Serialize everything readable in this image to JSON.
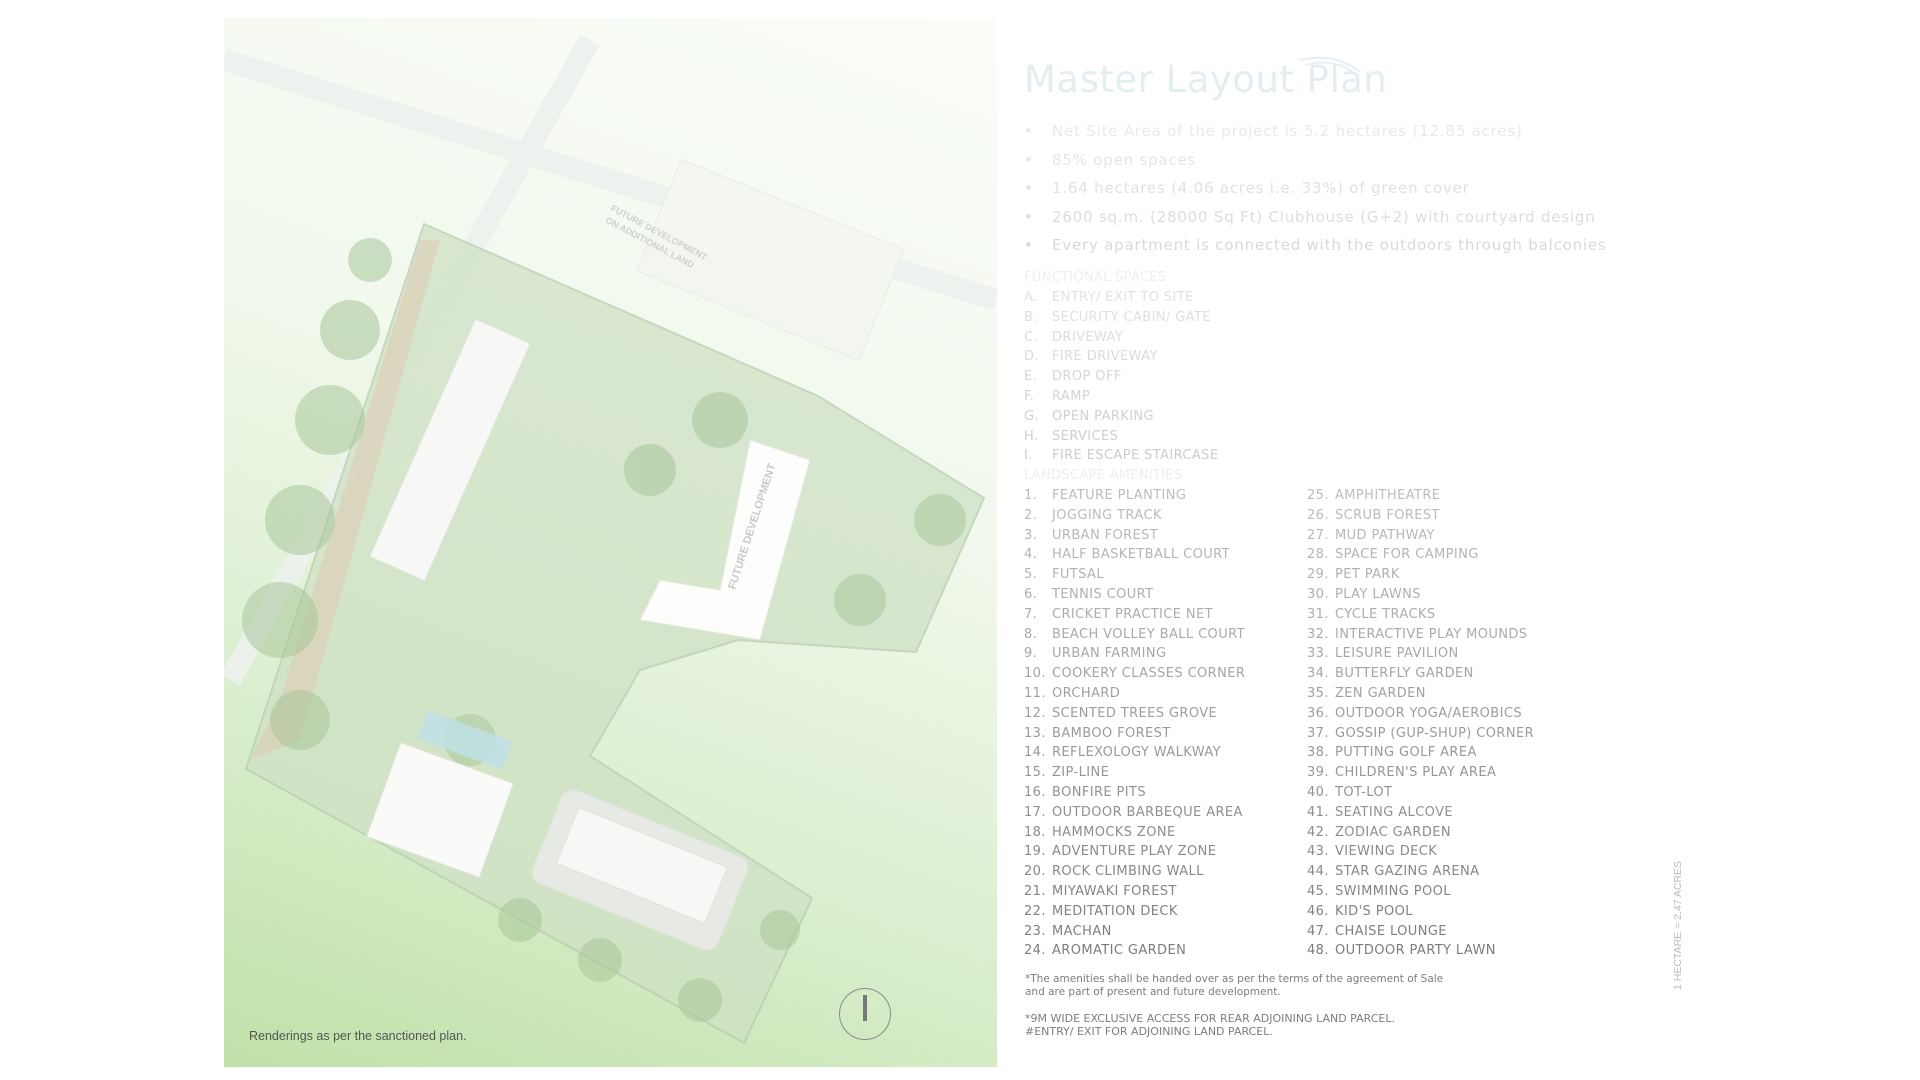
{
  "title": "Master Layout Plan",
  "bullets": [
    "Net Site Area of the project is 5.2 hectares (12.85 acres)",
    "85% open spaces",
    "1.64 hectares (4.06 acres i.e. 33%) of green cover",
    "2600 sq.m. (28000 Sq Ft) Clubhouse (G+2) with courtyard design",
    "Every apartment is connected with the outdoors through balconies"
  ],
  "functional_spaces": {
    "heading": "FUNCTIONAL SPACES",
    "items": [
      {
        "num": "A.",
        "label": "ENTRY/ EXIT TO SITE"
      },
      {
        "num": "B.",
        "label": "SECURITY CABIN/ GATE"
      },
      {
        "num": "C.",
        "label": "DRIVEWAY"
      },
      {
        "num": "D.",
        "label": "FIRE DRIVEWAY"
      },
      {
        "num": "E.",
        "label": "DROP OFF"
      },
      {
        "num": "F.",
        "label": "RAMP"
      },
      {
        "num": "G.",
        "label": "OPEN PARKING"
      },
      {
        "num": "H.",
        "label": "SERVICES"
      },
      {
        "num": "I.",
        "label": "FIRE ESCAPE STAIRCASE"
      }
    ]
  },
  "landscape_amenities": {
    "heading": "LANDSCAPE AMENITIES",
    "left": [
      {
        "num": "1.",
        "label": "FEATURE PLANTING"
      },
      {
        "num": "2.",
        "label": "JOGGING TRACK"
      },
      {
        "num": "3.",
        "label": "URBAN FOREST"
      },
      {
        "num": "4.",
        "label": "HALF BASKETBALL COURT"
      },
      {
        "num": "5.",
        "label": "FUTSAL"
      },
      {
        "num": "6.",
        "label": "TENNIS COURT"
      },
      {
        "num": "7.",
        "label": "CRICKET PRACTICE NET"
      },
      {
        "num": "8.",
        "label": "BEACH VOLLEY BALL COURT"
      },
      {
        "num": "9.",
        "label": "URBAN FARMING"
      },
      {
        "num": "10.",
        "label": "COOKERY CLASSES CORNER"
      },
      {
        "num": "11.",
        "label": "ORCHARD"
      },
      {
        "num": "12.",
        "label": "SCENTED TREES GROVE"
      },
      {
        "num": "13.",
        "label": "BAMBOO FOREST"
      },
      {
        "num": "14.",
        "label": "REFLEXOLOGY WALKWAY"
      },
      {
        "num": "15.",
        "label": "ZIP-LINE"
      },
      {
        "num": "16.",
        "label": "BONFIRE PITS"
      },
      {
        "num": "17.",
        "label": "OUTDOOR BARBEQUE AREA"
      },
      {
        "num": "18.",
        "label": "HAMMOCKS ZONE"
      },
      {
        "num": "19.",
        "label": "ADVENTURE PLAY ZONE"
      },
      {
        "num": "20.",
        "label": "ROCK CLIMBING WALL"
      },
      {
        "num": "21.",
        "label": "MIYAWAKI FOREST"
      },
      {
        "num": "22.",
        "label": "MEDITATION DECK"
      },
      {
        "num": "23.",
        "label": "MACHAN"
      },
      {
        "num": "24.",
        "label": "AROMATIC GARDEN"
      }
    ],
    "right": [
      {
        "num": "25.",
        "label": "AMPHITHEATRE"
      },
      {
        "num": "26.",
        "label": "SCRUB FOREST"
      },
      {
        "num": "27.",
        "label": "MUD PATHWAY"
      },
      {
        "num": "28.",
        "label": "SPACE FOR CAMPING"
      },
      {
        "num": "29.",
        "label": "PET PARK"
      },
      {
        "num": "30.",
        "label": "PLAY LAWNS"
      },
      {
        "num": "31.",
        "label": "CYCLE TRACKS"
      },
      {
        "num": "32.",
        "label": "INTERACTIVE PLAY MOUNDS"
      },
      {
        "num": "33.",
        "label": "LEISURE PAVILION"
      },
      {
        "num": "34.",
        "label": "BUTTERFLY GARDEN"
      },
      {
        "num": "35.",
        "label": "ZEN GARDEN"
      },
      {
        "num": "36.",
        "label": "OUTDOOR YOGA/AEROBICS"
      },
      {
        "num": "37.",
        "label": "GOSSIP (GUP-SHUP) CORNER"
      },
      {
        "num": "38.",
        "label": "PUTTING GOLF AREA"
      },
      {
        "num": "39.",
        "label": "CHILDREN'S PLAY AREA"
      },
      {
        "num": "40.",
        "label": "TOT-LOT"
      },
      {
        "num": "41.",
        "label": "SEATING ALCOVE"
      },
      {
        "num": "42.",
        "label": "ZODIAC GARDEN"
      },
      {
        "num": "43.",
        "label": "VIEWING DECK"
      },
      {
        "num": "44.",
        "label": "STAR GAZING ARENA"
      },
      {
        "num": "45.",
        "label": "SWIMMING POOL"
      },
      {
        "num": "46.",
        "label": "KID'S POOL"
      },
      {
        "num": "47.",
        "label": "CHAISE LOUNGE"
      },
      {
        "num": "48.",
        "label": "OUTDOOR PARTY LAWN"
      }
    ]
  },
  "footnotes": {
    "amenities_line1": "*The amenities shall be handed over as per the terms of the agreement of Sale",
    "amenities_line2": "and are part of present and future development.",
    "access_line1": "*9M WIDE EXCLUSIVE ACCESS FOR REAR ADJOINING LAND PARCEL.",
    "access_line2": "#ENTRY/ EXIT FOR ADJOINING LAND PARCEL."
  },
  "conversion_note": "1 HECTARE = 2.47 ACRES",
  "map": {
    "renderings_note": "Renderings as per the sanctioned plan.",
    "future_development_label": "FUTURE DEVELOPMENT",
    "future_additional_line1": "FUTURE DEVELOPMENT",
    "future_additional_line2": "ON ADDITIONAL LAND",
    "north_icon": "north-arrow-icon"
  },
  "colors": {
    "title": "#e4eef1",
    "map_green": "#bfe1a8",
    "tree_green": "#9fc08c"
  }
}
